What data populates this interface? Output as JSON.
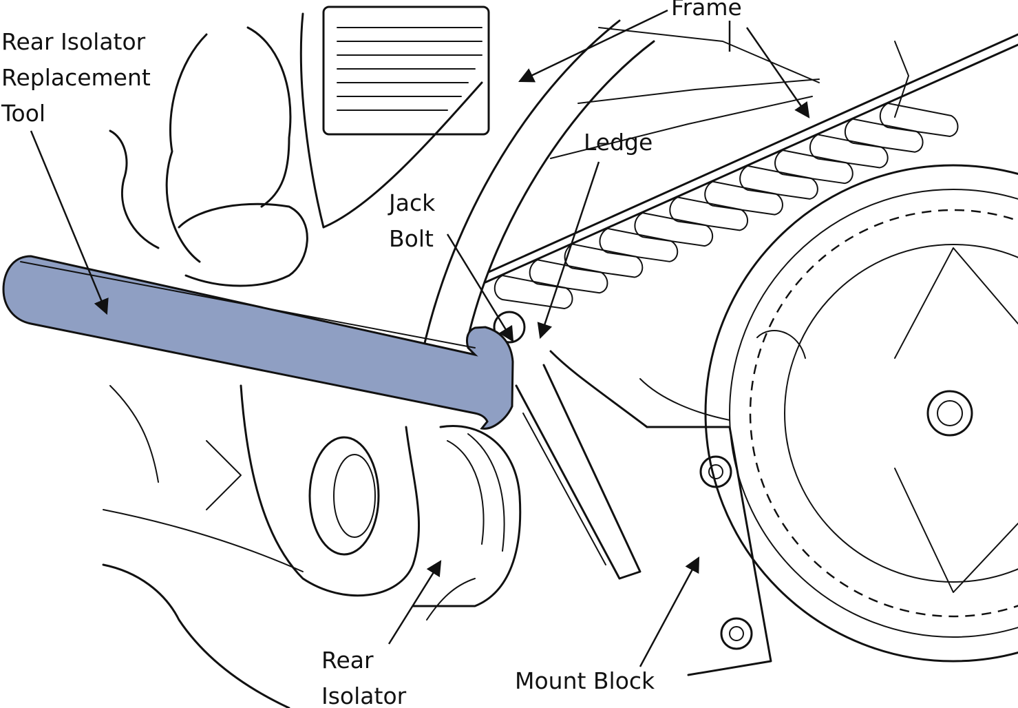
{
  "colors": {
    "tool_fill": "#8f9fc3",
    "ink": "#111111",
    "background": "#ffffff"
  },
  "labels": {
    "rear_isolator_tool_line1": "Rear Isolator",
    "rear_isolator_tool_line2": "Replacement",
    "rear_isolator_tool_line3": "Tool",
    "frame": "Frame",
    "ledge": "Ledge",
    "jack_bolt_line1": "Jack",
    "jack_bolt_line2": "Bolt",
    "rear_isolator_line1": "Rear",
    "rear_isolator_line2": "Isolator",
    "mount_block": "Mount Block"
  }
}
